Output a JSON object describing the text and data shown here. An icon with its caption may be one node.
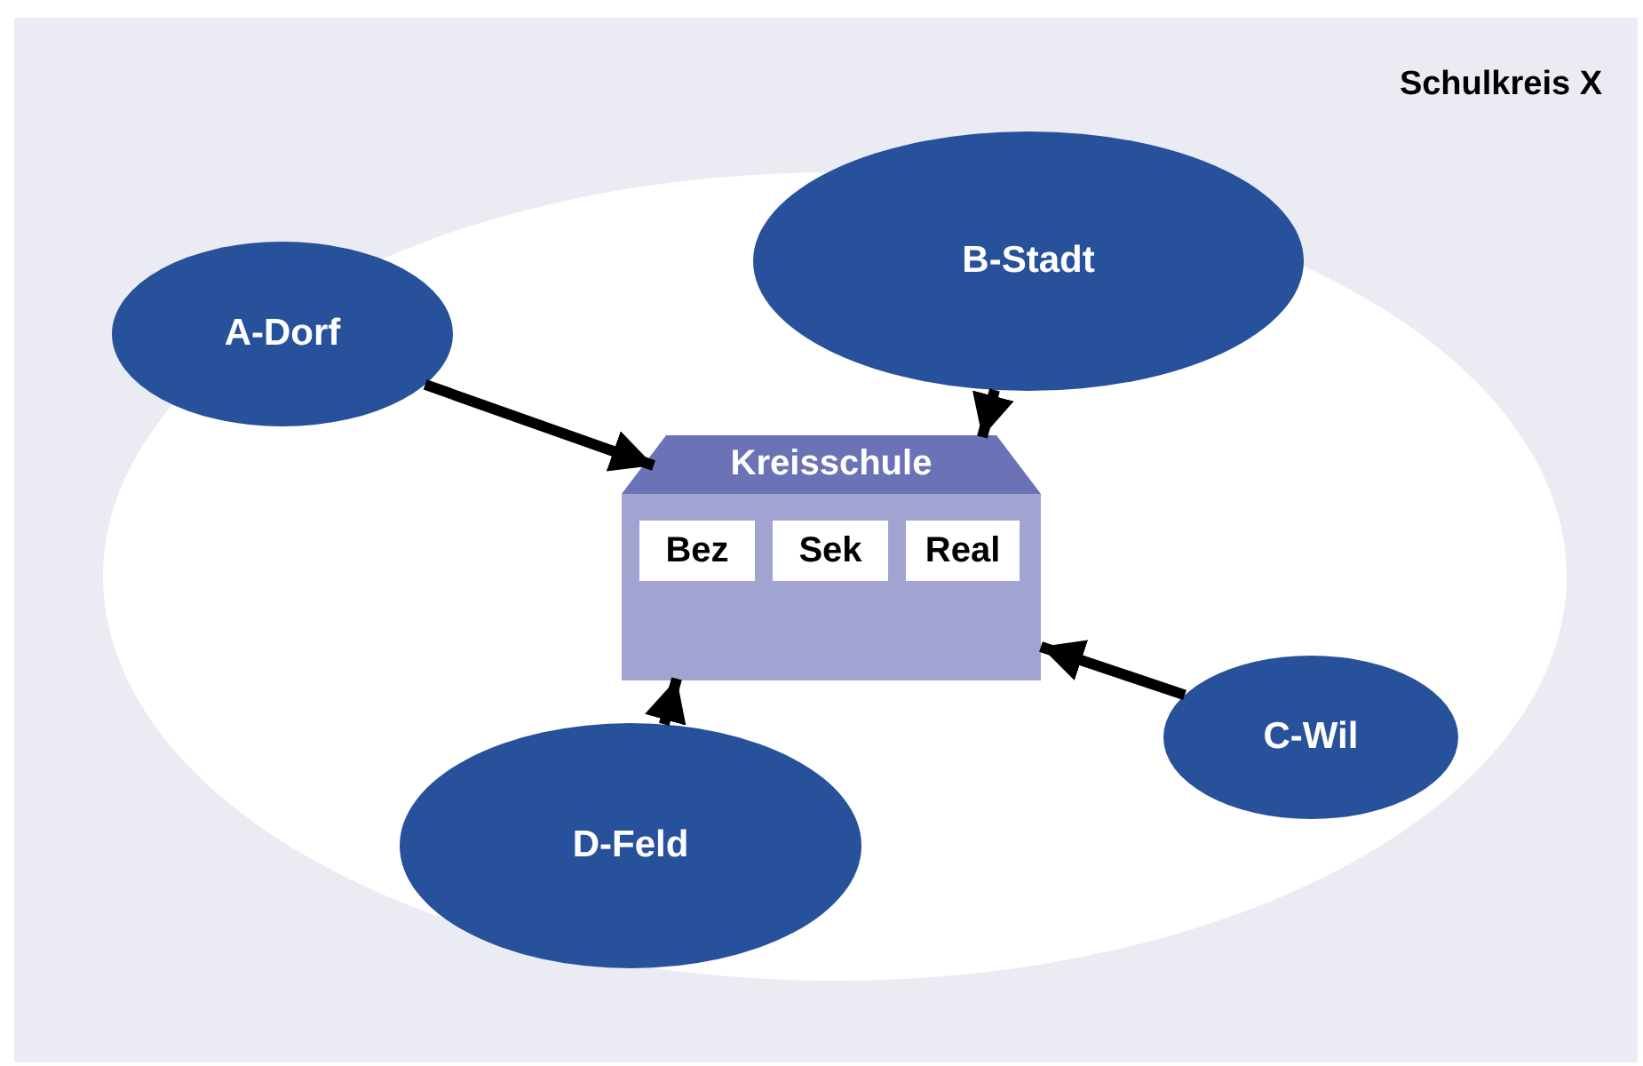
{
  "diagram": {
    "nodes": [
      {
        "text": [
          "Schulkreis X"
        ]
      },
      {
        "text": [],
        "shape": "ellipse",
        "in": 0
      },
      {
        "text": [
          "A-Dorf"
        ],
        "in": 1
      },
      {
        "text": [
          "B-Stadt"
        ],
        "in": 0
      },
      {
        "text": [
          "Kreisschule"
        ],
        "in": 1
      },
      {
        "text": [
          "Bez"
        ],
        "in": 4
      },
      {
        "text": [
          "Sek"
        ],
        "in": 4
      },
      {
        "text": [
          "Real"
        ],
        "in": 4
      },
      {
        "text": [
          "C-Wil"
        ],
        "in": 1
      },
      {
        "text": [
          "D-Feld"
        ],
        "in": 1
      }
    ],
    "edges": [
      {
        "from": 2,
        "to": 4,
        "arrow": "to"
      },
      {
        "from": 3,
        "to": 4,
        "arrow": "to"
      },
      {
        "from": 8,
        "to": 4,
        "arrow": "to"
      },
      {
        "from": 9,
        "to": 4,
        "arrow": "to"
      }
    ]
  }
}
